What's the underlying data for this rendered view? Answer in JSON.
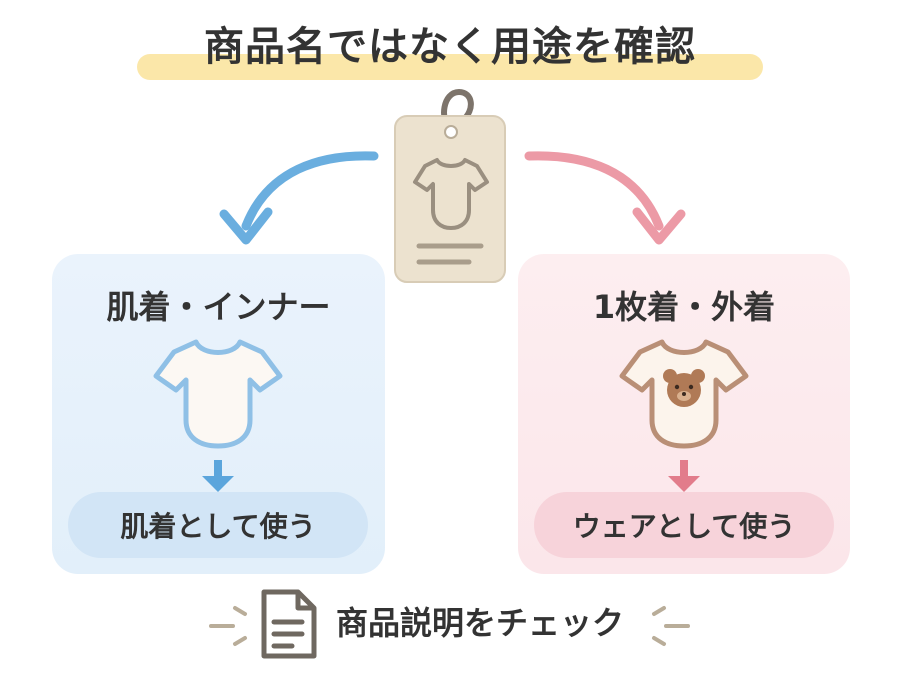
{
  "title": "商品名ではなく用途を確認",
  "left": {
    "heading": "肌着・インナー",
    "result": "肌着として使う"
  },
  "right": {
    "heading": "1枚着・外着",
    "result": "ウェアとして使う"
  },
  "footer": {
    "label": "商品説明をチェック"
  },
  "colors": {
    "blue_accent": "#6aaedf",
    "pink_accent": "#ec9aa6",
    "title_highlight": "#fbe7a9",
    "tag_fill": "#ece2cf",
    "tag_stroke": "#9a8f80"
  },
  "icons": [
    "tag-icon",
    "bodysuit-icon",
    "bear-bodysuit-icon",
    "document-icon",
    "arrow-icon"
  ]
}
